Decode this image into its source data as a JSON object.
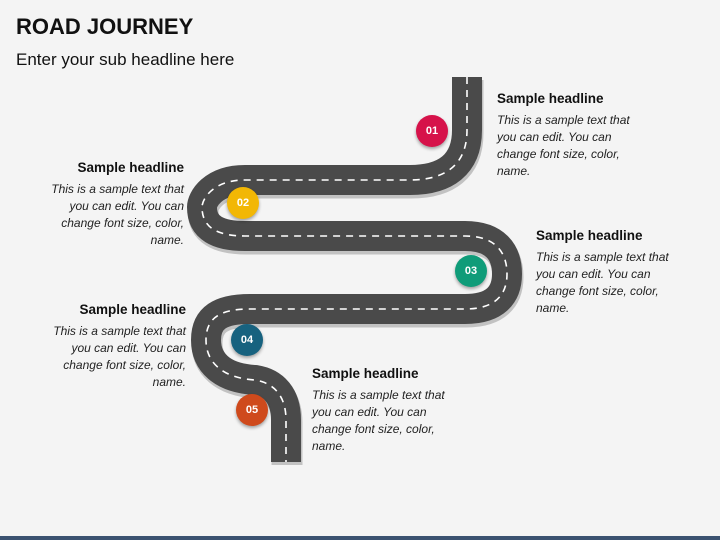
{
  "header": {
    "title": "ROAD JOURNEY",
    "subtitle": "Enter your sub headline here"
  },
  "steps": [
    {
      "number": "01",
      "color": "#d6124a",
      "headline": "Sample headline",
      "body": "This is a sample text that you can edit. You can change font size, color, name."
    },
    {
      "number": "02",
      "color": "#f2b705",
      "headline": "Sample headline",
      "body": "This is a sample text that you can edit. You can change font size, color, name."
    },
    {
      "number": "03",
      "color": "#0f9c79",
      "headline": "Sample headline",
      "body": "This is a sample text that you can edit. You can change font size, color, name."
    },
    {
      "number": "04",
      "color": "#17627f",
      "headline": "Sample headline",
      "body": "This is a sample text that you can edit. You can change font size, color, name."
    },
    {
      "number": "05",
      "color": "#cf4a1c",
      "headline": "Sample headline",
      "body": "This is a sample text that you can edit. You can change font size, color, name."
    }
  ],
  "road": {
    "color": "#4a4a4a",
    "marking_color": "#ffffff"
  }
}
